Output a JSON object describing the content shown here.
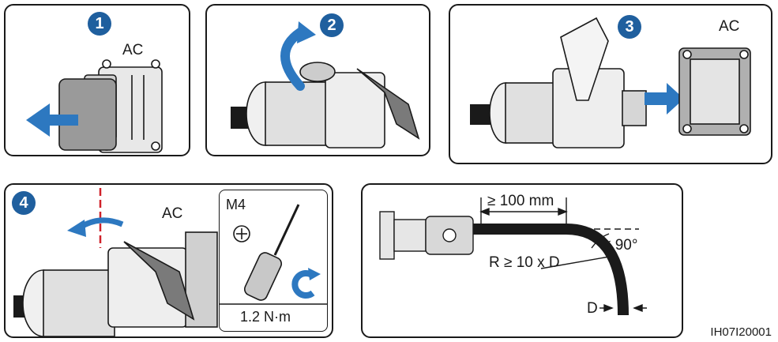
{
  "colors": {
    "badge": "#1f5f9e",
    "arrow": "#2d78c0",
    "line": "#1a1a1a",
    "cap": "#9a9a9a",
    "metal": "#d9d9d9"
  },
  "steps": [
    {
      "number": "1",
      "label": "AC"
    },
    {
      "number": "2"
    },
    {
      "number": "3",
      "label": "AC"
    },
    {
      "number": "4",
      "label": "AC"
    }
  ],
  "tool": {
    "screw_size": "M4",
    "torque": "1.2 N·m"
  },
  "bend": {
    "straight_length": "≥ 100 mm",
    "angle": "≤ 90°",
    "radius": "R ≥ 10 x D",
    "diameter": "D"
  },
  "figure_code": "IH07I20001"
}
